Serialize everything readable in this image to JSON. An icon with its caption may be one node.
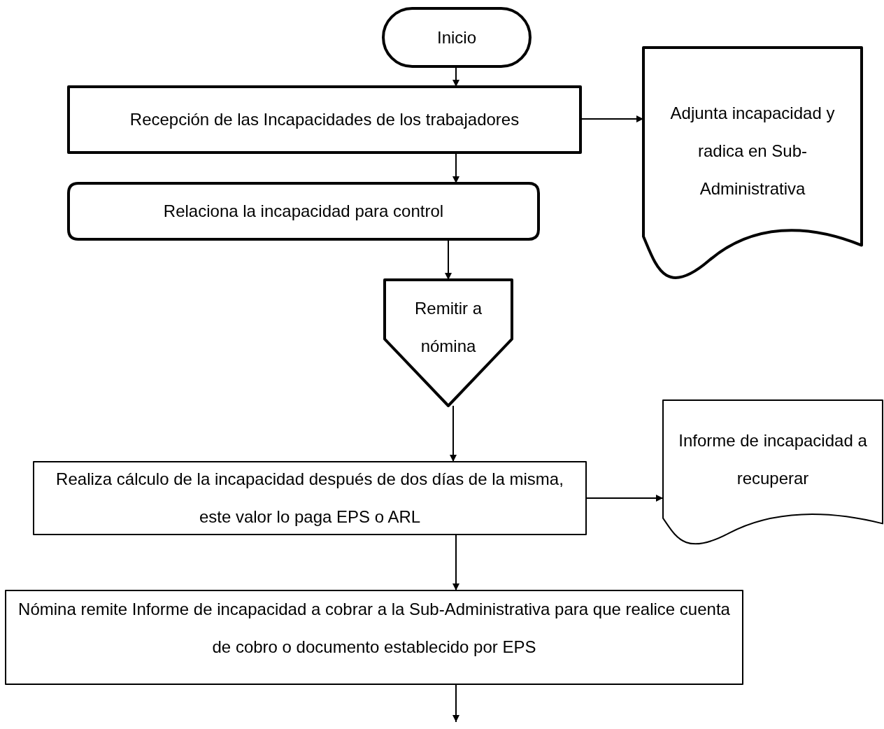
{
  "diagram": {
    "nodes": [
      {
        "text": [
          "Inicio"
        ]
      },
      {
        "text": [
          "Recepción de las Incapacidades de los trabajadores"
        ]
      },
      {
        "text": [
          "Relaciona la incapacidad para control"
        ]
      },
      {
        "text": [
          "Adjunta incapacidad y radica en Sub-Administrativa"
        ]
      },
      {
        "text": [
          "Remitir a nómina"
        ]
      },
      {
        "text": [
          "Realiza cálculo de la incapacidad después de dos días de la misma, este valor lo paga EPS o ARL"
        ]
      },
      {
        "text": [
          "Informe de incapacidad a recuperar"
        ]
      },
      {
        "text": [
          "Nómina remite Informe de incapacidad a cobrar a la Sub-Administrativa  para que realice cuenta de cobro o documento establecido por EPS"
        ]
      }
    ],
    "edges": [
      {
        "from": 0,
        "to": 1,
        "arrow": "to"
      },
      {
        "from": 1,
        "to": 2,
        "arrow": "to"
      },
      {
        "from": 1,
        "to": 3,
        "arrow": "to"
      },
      {
        "from": 2,
        "to": 4,
        "arrow": "to"
      },
      {
        "from": 4,
        "to": 5,
        "arrow": "to"
      },
      {
        "from": 5,
        "to": 6,
        "arrow": "to"
      },
      {
        "from": 5,
        "to": 7,
        "arrow": "to"
      },
      {
        "from": 7,
        "to": null,
        "arrow": "to"
      }
    ]
  }
}
